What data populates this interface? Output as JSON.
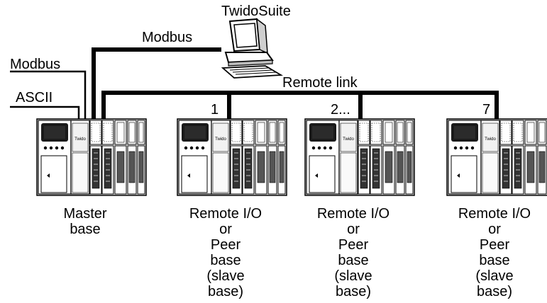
{
  "software": {
    "label": "TwidoSuite"
  },
  "links": {
    "modbus_pc": "Modbus",
    "modbus_left": "Modbus",
    "ascii": "ASCII",
    "remote_link": "Remote link"
  },
  "bases": [
    {
      "index": "",
      "lines": [
        "Master",
        "base"
      ]
    },
    {
      "index": "1",
      "lines": [
        "Remote I/O",
        "or",
        "Peer",
        "base",
        "(slave",
        "base)"
      ]
    },
    {
      "index": "2...",
      "lines": [
        "Remote I/O",
        "or",
        "Peer",
        "base",
        "(slave",
        "base)"
      ]
    },
    {
      "index": "7",
      "lines": [
        "Remote I/O",
        "or",
        "Peer",
        "base",
        "(slave",
        "base)"
      ]
    }
  ],
  "plc_brand": "Twido",
  "colors": {
    "line": "#000000",
    "module_face": "#ffffff",
    "display": "#1a1a1a",
    "shade": "#d9d9d9"
  }
}
